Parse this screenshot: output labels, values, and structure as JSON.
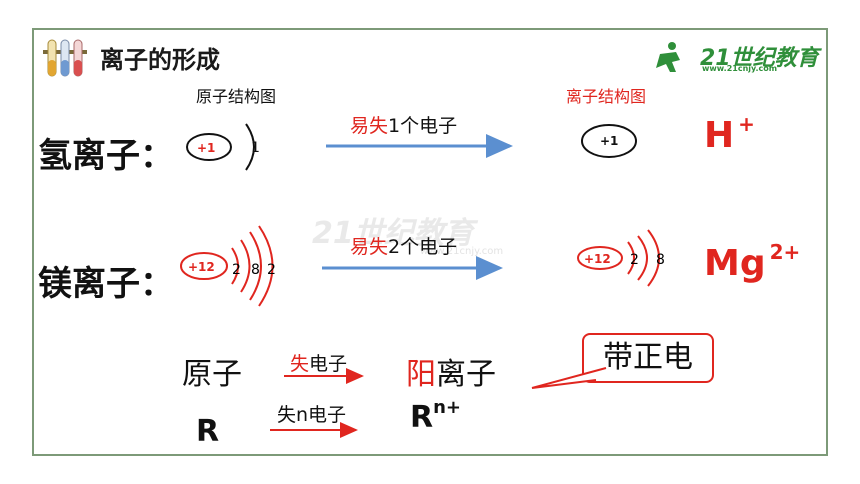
{
  "title": "离子的形成",
  "logo": {
    "main": "21世纪教育",
    "sub": "www.21cnjy.com"
  },
  "watermark": {
    "main": "21世纪教育",
    "sub": "www.21cnjy.com"
  },
  "labels": {
    "atom_structure": "原子结构图",
    "ion_structure": "离子结构图"
  },
  "hydrogen": {
    "name": "氢离子：",
    "atom_nucleus": "+1",
    "atom_shell": "1",
    "arrow_prefix": "易失",
    "arrow_suffix": "1个电子",
    "ion_nucleus": "+1",
    "symbol": "H",
    "charge": "+"
  },
  "magnesium": {
    "name": "镁离子：",
    "atom_nucleus": "+12",
    "atom_shells": [
      "2",
      "8",
      "2"
    ],
    "arrow_prefix": "易失",
    "arrow_suffix": "2个电子",
    "ion_nucleus": "+12",
    "ion_shells": [
      "2",
      "8"
    ],
    "symbol": "Mg",
    "charge": "2+"
  },
  "summary": {
    "atom": "原子",
    "arrow_prefix": "失",
    "arrow_suffix": "电子",
    "cation_prefix": "阳",
    "cation_suffix": "离子",
    "callout": "带正电",
    "R": "R",
    "arrow2": "失n电子",
    "Rn": "R",
    "Rn_charge": "n+"
  },
  "colors": {
    "red": "#e0261f",
    "arrow_blue": "#5b8fd0",
    "frame": "#7d9a78",
    "logo_green": "#2f8f3a"
  }
}
